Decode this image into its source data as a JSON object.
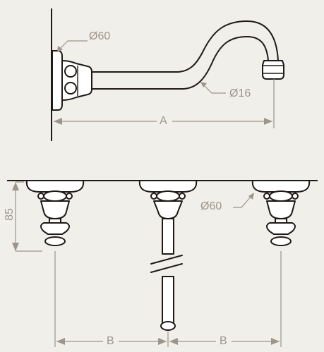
{
  "labels": {
    "flange_diameter_top": "Ø60",
    "spout_diameter": "Ø16",
    "spout_length": "A",
    "handle_height": "85",
    "flange_diameter_bottom": "Ø60",
    "spacing_left": "B",
    "spacing_right": "B"
  },
  "colors": {
    "background": "#f1efea",
    "outline": "#1f1a17",
    "dimension": "#9c9589"
  }
}
